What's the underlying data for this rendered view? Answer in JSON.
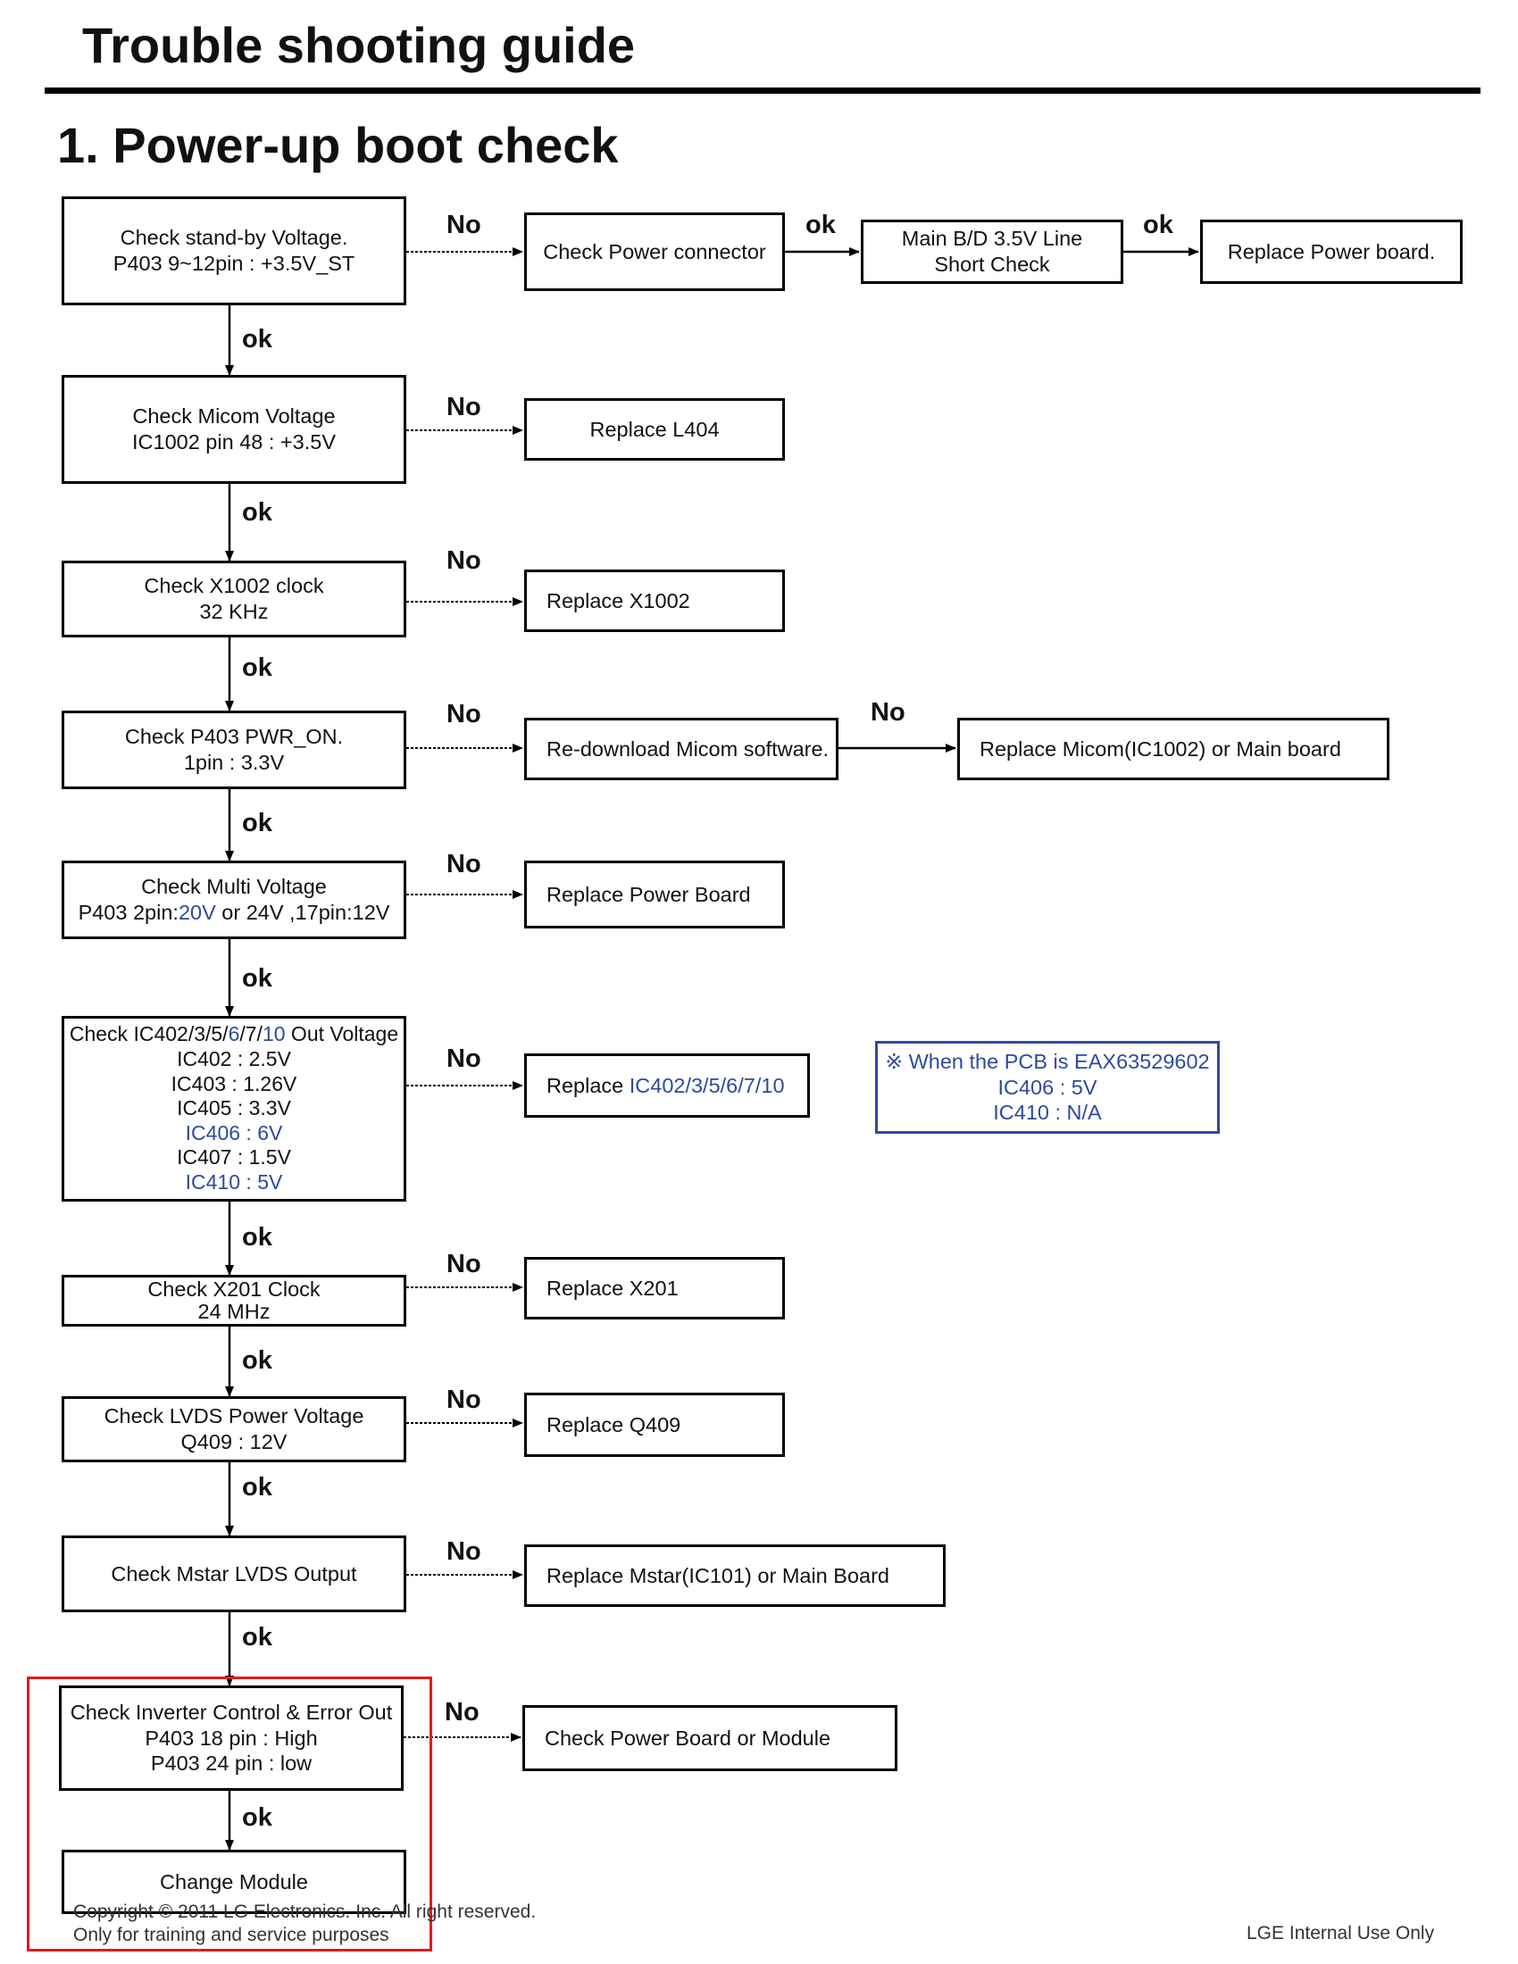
{
  "header": {
    "title": "Trouble shooting guide",
    "section": "1. Power-up boot check"
  },
  "flow": {
    "s1": [
      "Check stand-by Voltage.",
      "P403 9~12pin : +3.5V_ST"
    ],
    "s1_no": "Check Power connector",
    "s1_ok1": [
      "Main B/D 3.5V Line",
      "Short Check"
    ],
    "s1_ok2": "Replace Power board.",
    "s2": [
      "Check Micom Voltage",
      "IC1002 pin 48 : +3.5V"
    ],
    "s2_no": "Replace L404",
    "s3": [
      "Check X1002 clock",
      "32 KHz"
    ],
    "s3_no": "Replace X1002",
    "s4": [
      "Check P403 PWR_ON.",
      "1pin : 3.3V"
    ],
    "s4_no": "Re-download Micom software.",
    "s4_no2": "Replace Micom(IC1002) or Main board",
    "s5": {
      "line1": "Check Multi Voltage",
      "line2_a": "P403 2pin:",
      "line2_b": "20V",
      "line2_c": " or 24V ,17pin:12V"
    },
    "s5_no": "Replace Power Board",
    "s6": {
      "line1_a": "Check IC402/3/5/",
      "line1_b": "6",
      "line1_c": "/7/",
      "line1_d": "10",
      "line1_e": " Out Voltage",
      "l2": "IC402 : 2.5V",
      "l3": "IC403 : 1.26V",
      "l4": "IC405 : 3.3V",
      "l5": "IC406 : 6V",
      "l6": "IC407 : 1.5V",
      "l7": "IC410 : 5V"
    },
    "s6_no": {
      "a": "Replace ",
      "b": "IC402/3/5/6/7/10"
    },
    "s6_note": [
      "※ When the PCB is EAX63529602",
      "IC406 : 5V",
      "IC410 : N/A"
    ],
    "s7": [
      "Check X201 Clock",
      "24 MHz"
    ],
    "s7_no": "Replace X201",
    "s8": [
      "Check LVDS Power Voltage",
      "Q409 : 12V"
    ],
    "s8_no": "Replace Q409",
    "s9": "Check Mstar LVDS Output",
    "s9_no": "Replace Mstar(IC101) or Main Board",
    "s10": [
      "Check Inverter Control & Error Out",
      "P403 18 pin : High",
      "P403 24 pin : low"
    ],
    "s10_no": "Check Power Board or Module",
    "s11": "Change Module"
  },
  "labels": {
    "no": "No",
    "ok": "ok"
  },
  "footer": {
    "copyright": "Copyright © 2011 LG Electronics. Inc. All right reserved.",
    "training": "Only for training and service purposes",
    "internal": "LGE Internal Use Only"
  },
  "colors": {
    "accent_blue": "#2e4a9e",
    "highlight_red": "#e21b1b"
  }
}
